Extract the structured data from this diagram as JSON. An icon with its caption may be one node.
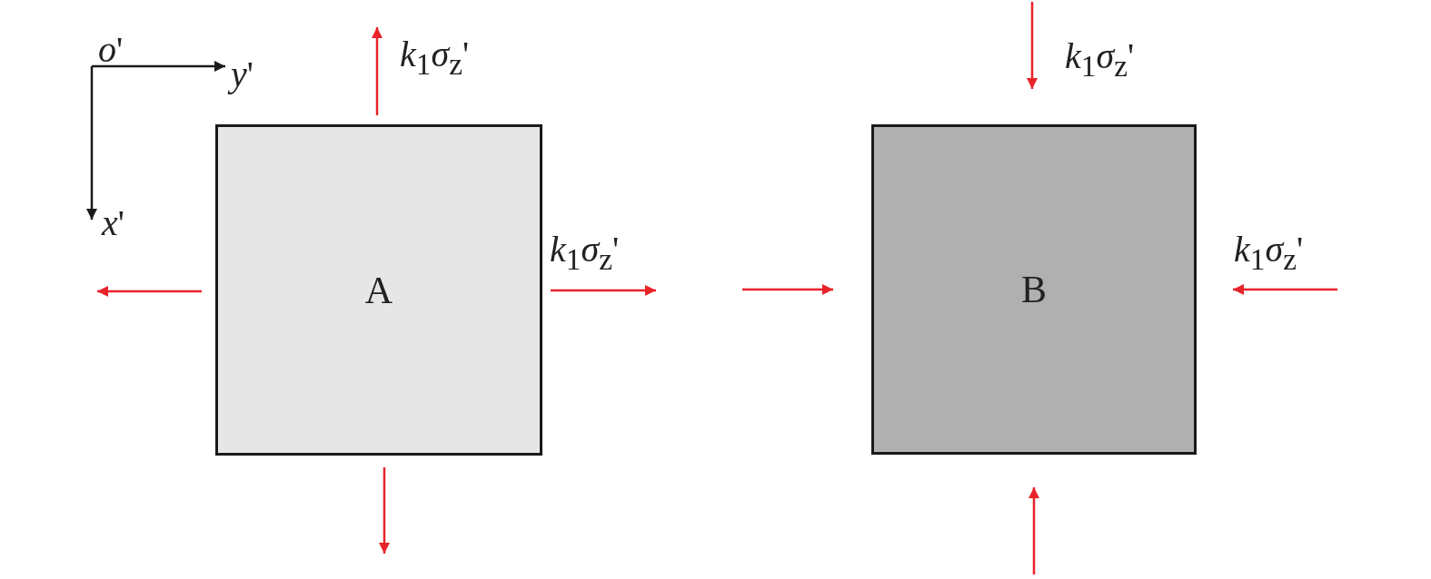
{
  "diagram": {
    "nodes": [
      {
        "text": [
          "A"
        ]
      },
      {
        "text": [
          "B"
        ]
      }
    ],
    "edges": [],
    "labels": [
      "*o*'",
      "*y*'",
      "*x*'",
      "*k*$_{1}$*σ*$_{z}$'",
      "*k*$_{1}$*σ*$_{z}$'",
      "*k*$_{1}$*σ*$_{z}$'",
      "*k*$_{1}$*σ*$_{z}$'"
    ]
  }
}
